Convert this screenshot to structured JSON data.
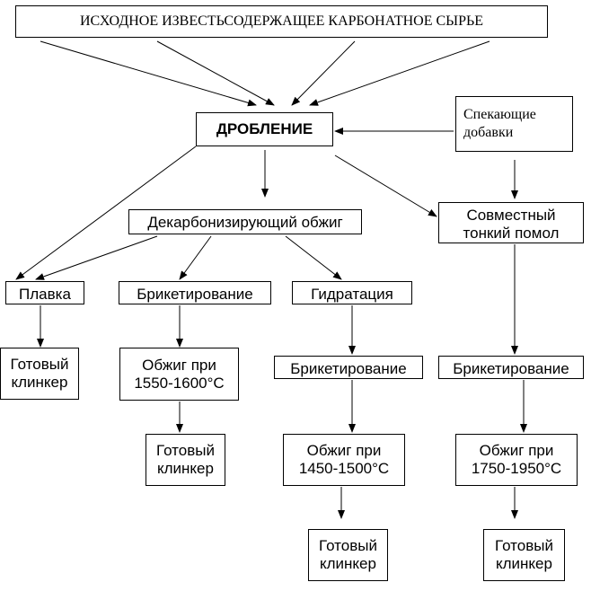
{
  "title": "ИСХОДНОЕ ИЗВЕСТЬСОДЕРЖАЩЕЕ КАРБОНАТНОЕ СЫРЬЕ",
  "nodes": {
    "crushing": "ДРОБЛЕНИЕ",
    "sintering_additives": [
      "Спекающие",
      "добавки"
    ],
    "decarbonizing_firing": "Декарбонизирующий обжиг",
    "joint_grinding": [
      "Совместный",
      "тонкий помол"
    ],
    "melting": "Плавка",
    "briquetting_1": "Брикетирование",
    "hydration": "Гидратация",
    "ready_clinker_1": [
      "Готовый",
      "клинкер"
    ],
    "firing_1550": [
      "Обжиг при",
      "1550-1600°С"
    ],
    "briquetting_2": "Брикетирование",
    "briquetting_3": "Брикетирование",
    "ready_clinker_2": [
      "Готовый",
      "клинкер"
    ],
    "firing_1450": [
      "Обжиг при",
      "1450-1500°С"
    ],
    "firing_1750": [
      "Обжиг при",
      "1750-1950°С"
    ],
    "ready_clinker_3": [
      "Готовый",
      "клинкер"
    ],
    "ready_clinker_4": [
      "Готовый",
      "клинкер"
    ]
  }
}
